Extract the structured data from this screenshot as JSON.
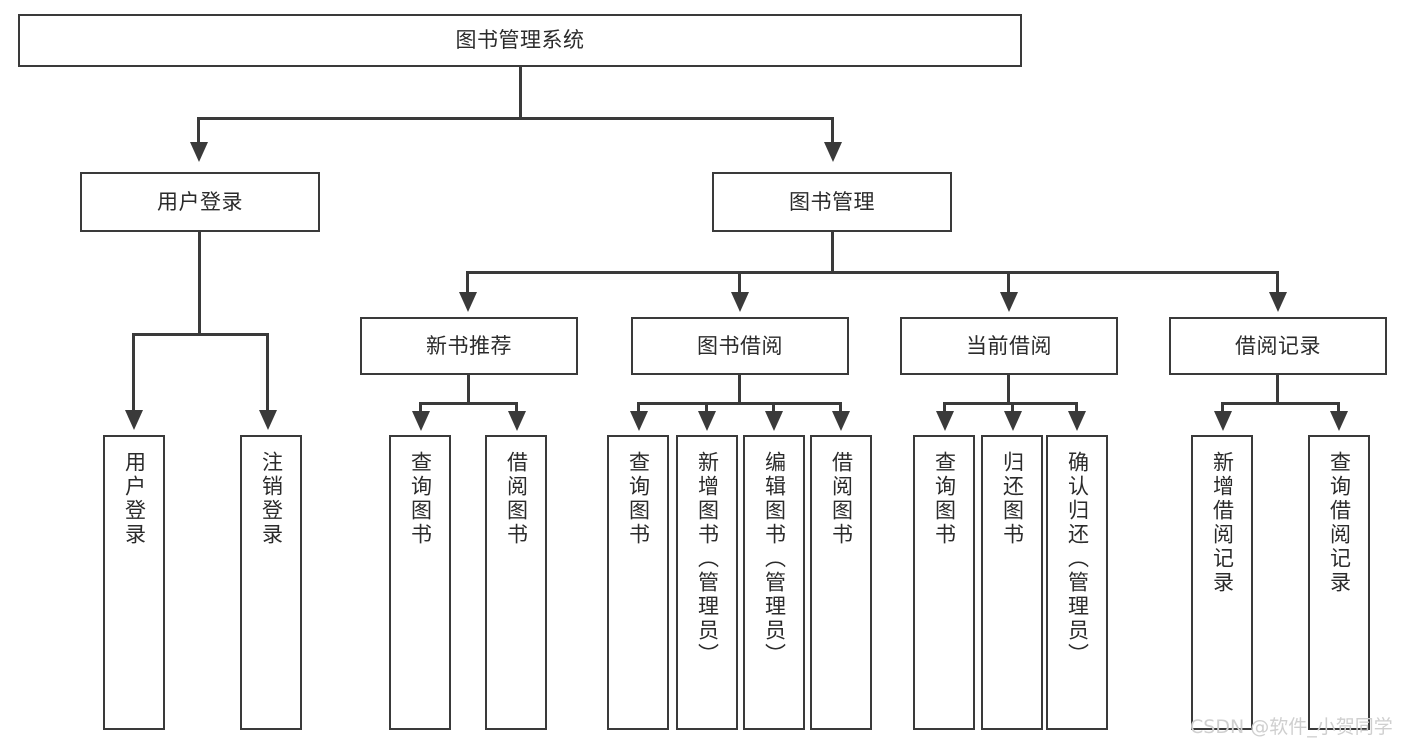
{
  "diagram": {
    "title": "图书管理系统",
    "type": "tree",
    "watermark": "CSDN @软件_小贺同学",
    "colors": {
      "background": "#ffffff",
      "stroke": "#3a3a3a",
      "text": "#2b2b2b",
      "watermark": "#cfcfcf"
    },
    "root": {
      "label": "图书管理系统"
    },
    "level2": [
      {
        "label": "用户登录"
      },
      {
        "label": "图书管理"
      }
    ],
    "level3": [
      {
        "label": "新书推荐"
      },
      {
        "label": "图书借阅"
      },
      {
        "label": "当前借阅"
      },
      {
        "label": "借阅记录"
      }
    ],
    "leaves": {
      "user_login": [
        {
          "label": "用户登录"
        },
        {
          "label": "注销登录"
        }
      ],
      "new_book": [
        {
          "label": "查询图书"
        },
        {
          "label": "借阅图书"
        }
      ],
      "book_borrow": [
        {
          "label": "查询图书"
        },
        {
          "label": "新增图书（管理员）"
        },
        {
          "label": "编辑图书（管理员）"
        },
        {
          "label": "借阅图书"
        }
      ],
      "current_borrow": [
        {
          "label": "查询图书"
        },
        {
          "label": "归还图书"
        },
        {
          "label": "确认归还（管理员）"
        }
      ],
      "borrow_record": [
        {
          "label": "新增借阅记录"
        },
        {
          "label": "查询借阅记录"
        }
      ]
    }
  }
}
